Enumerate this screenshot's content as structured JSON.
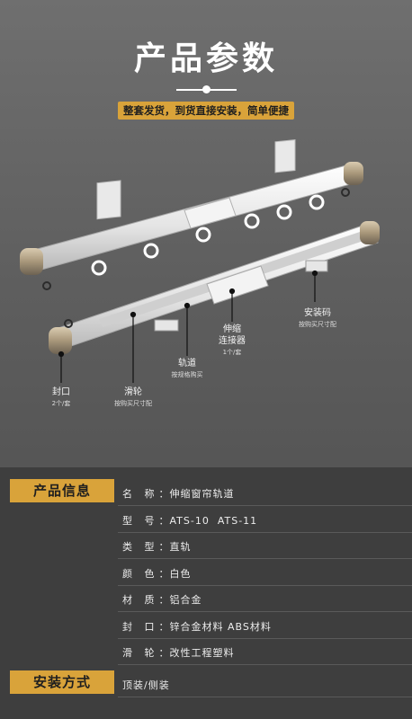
{
  "title": "产品参数",
  "banner": "整套发货，到货直接安装，简单便捷",
  "callouts": {
    "install_code": {
      "label": "安装码",
      "sub": "按购买尺寸配"
    },
    "connector": {
      "label1": "伸缩",
      "label2": "连接器",
      "sub": "1个/套"
    },
    "track": {
      "label": "轨道",
      "sub": "按规格购买"
    },
    "pulley": {
      "label": "滑轮",
      "sub": "按购买尺寸配"
    },
    "cap": {
      "label": "封口",
      "sub": "2个/套"
    }
  },
  "info": {
    "tag": "产品信息",
    "rows": [
      {
        "key": "名 称",
        "value": "伸缩窗帘轨道"
      },
      {
        "key": "型 号",
        "value": "ATS-10  ATS-11"
      },
      {
        "key": "类 型",
        "value": "直轨"
      },
      {
        "key": "颜 色",
        "value": "白色"
      },
      {
        "key": "材 质",
        "value": "铝合金"
      },
      {
        "key": "封 口",
        "value": "锌合金材料 ABS材料"
      },
      {
        "key": "滑 轮",
        "value": "改性工程塑料"
      }
    ]
  },
  "install": {
    "tag": "安装方式",
    "value": "顶装/侧装"
  }
}
